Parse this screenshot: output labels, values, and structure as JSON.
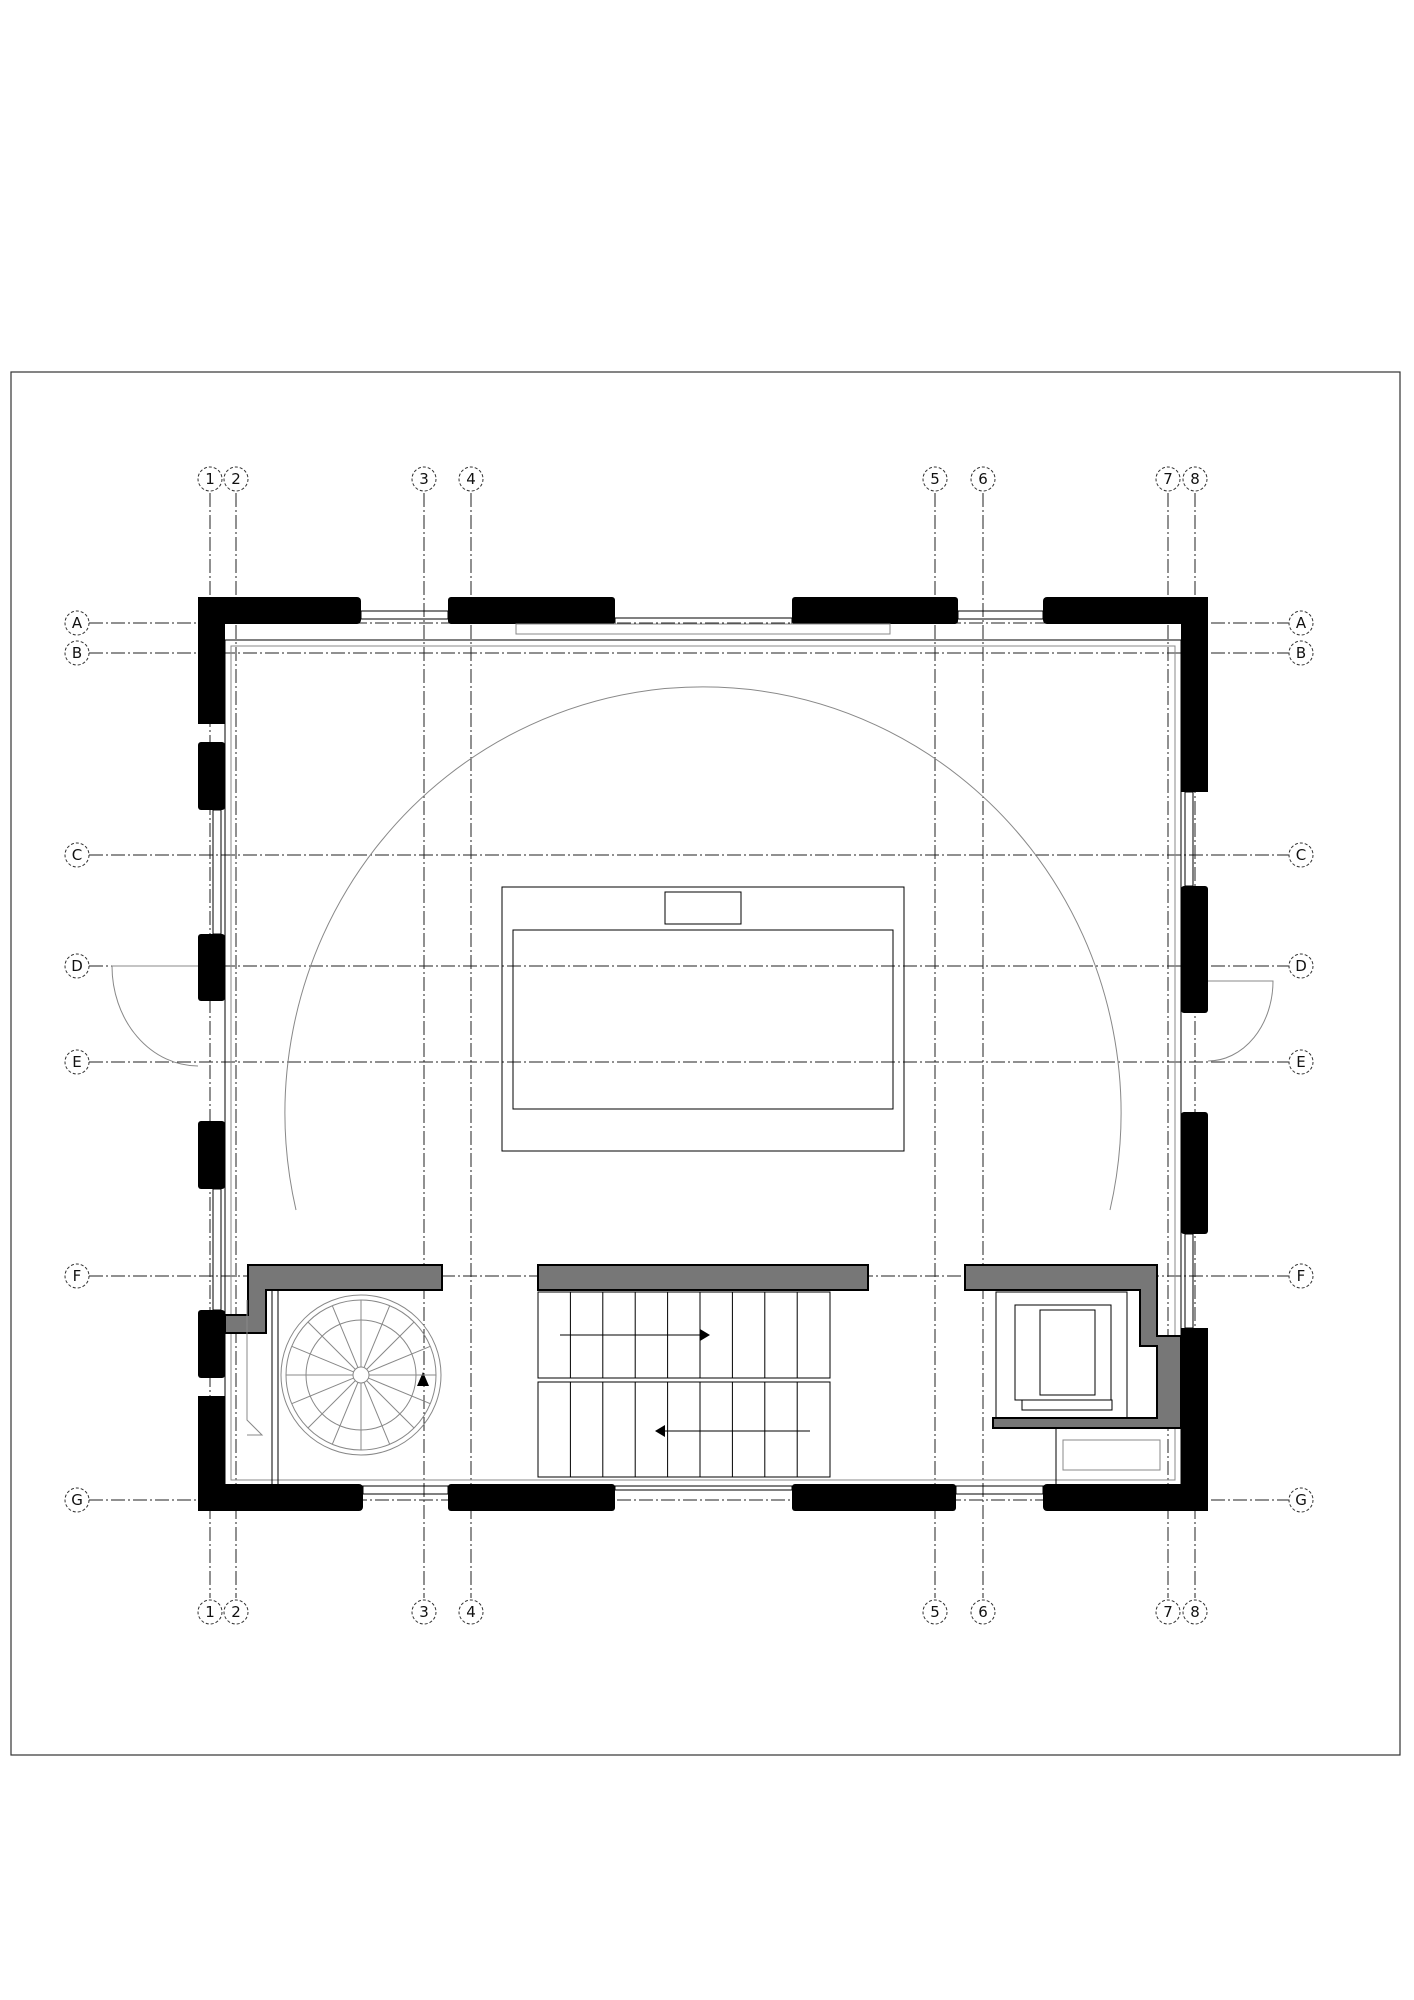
{
  "drawing": {
    "type": "floor plan",
    "grid_columns": [
      "1",
      "2",
      "3",
      "4",
      "5",
      "6",
      "7",
      "8"
    ],
    "grid_rows": [
      "A",
      "B",
      "C",
      "D",
      "E",
      "F",
      "G"
    ]
  }
}
